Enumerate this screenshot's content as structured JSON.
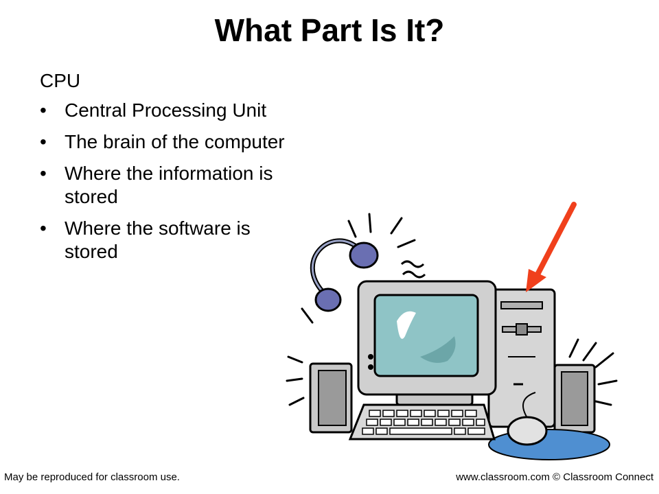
{
  "slide": {
    "title": "What Part Is It?",
    "heading": "CPU",
    "bullets": [
      "Central Processing Unit",
      "The brain of the computer",
      "Where the information is stored",
      "Where the software is stored"
    ],
    "bullet_glyph": "•"
  },
  "illustration": {
    "icons": [
      "computer-illustration",
      "headphones-icon",
      "speaker-icon",
      "monitor-icon",
      "cpu-tower-icon",
      "keyboard-icon",
      "mouse-icon",
      "arrow-icon"
    ],
    "arrow_color": "#f0401c"
  },
  "footer": {
    "left": "May be reproduced for classroom use.",
    "right": "www.classroom.com © Classroom Connect"
  }
}
